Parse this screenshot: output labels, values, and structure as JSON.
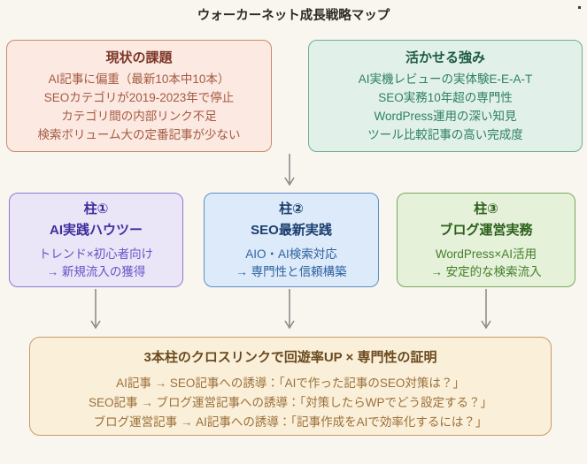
{
  "page": {
    "title": "ウォーカーネット成長戦略マップ"
  },
  "colors": {
    "background": "#f9f6ef",
    "arrow": "#878787",
    "issues_fill": "#fbe9e2",
    "issues_border": "#cb8a6e",
    "issues_title": "#7c3626",
    "issues_text": "#a65a41",
    "strengths_fill": "#e1f1e9",
    "strengths_border": "#6fae96",
    "strengths_title": "#1c5a44",
    "strengths_text": "#2e7f64",
    "pillar1_fill": "#eae6f8",
    "pillar1_border": "#8a79d1",
    "pillar1_title": "#3f2e9b",
    "pillar1_text": "#6a52c4",
    "pillar2_fill": "#dceafa",
    "pillar2_border": "#5d8fca",
    "pillar2_title": "#1b3f6e",
    "pillar2_text": "#2e639e",
    "pillar3_fill": "#e6f1da",
    "pillar3_border": "#79a95c",
    "pillar3_title": "#2c611b",
    "pillar3_text": "#44802b",
    "synergy_fill": "#faf0da",
    "synergy_border": "#c69b68",
    "synergy_title": "#6b4a1f",
    "synergy_text": "#9c6f38"
  },
  "diagram": {
    "top_row": [
      {
        "title": "現状の課題",
        "lines": [
          "AI記事に偏重（最新10本中10本）",
          "SEOカテゴリが2019-2023年で停止",
          "カテゴリ間の内部リンク不足",
          "検索ボリューム大の定番記事が少ない"
        ]
      },
      {
        "title": "活かせる強み",
        "lines": [
          "AI実機レビューの実体験E-E-A-T",
          "SEO実務10年超の専門性",
          "WordPress運用の深い知見",
          "ツール比較記事の高い完成度"
        ]
      }
    ],
    "pillars": [
      {
        "label": "柱①",
        "title": "AI実践ハウツー",
        "lines": [
          "トレンド×初心者向け",
          "→ 新規流入の獲得"
        ]
      },
      {
        "label": "柱②",
        "title": "SEO最新実践",
        "lines": [
          "AIO・AI検索対応",
          "→ 専門性と信頼構築"
        ]
      },
      {
        "label": "柱③",
        "title": "ブログ運営実務",
        "lines": [
          "WordPress×AI活用",
          "→ 安定的な検索流入"
        ]
      }
    ],
    "bottom": {
      "title": "3本柱のクロスリンクで回遊率UP × 専門性の証明",
      "lines": [
        "AI記事 → SEO記事への誘導：「AIで作った記事のSEO対策は？」",
        "SEO記事 → ブログ運営記事への誘導：「対策したらWPでどう設定する？」",
        "ブログ運営記事 → AI記事への誘導：「記事作成をAIで効率化するには？」"
      ]
    }
  }
}
